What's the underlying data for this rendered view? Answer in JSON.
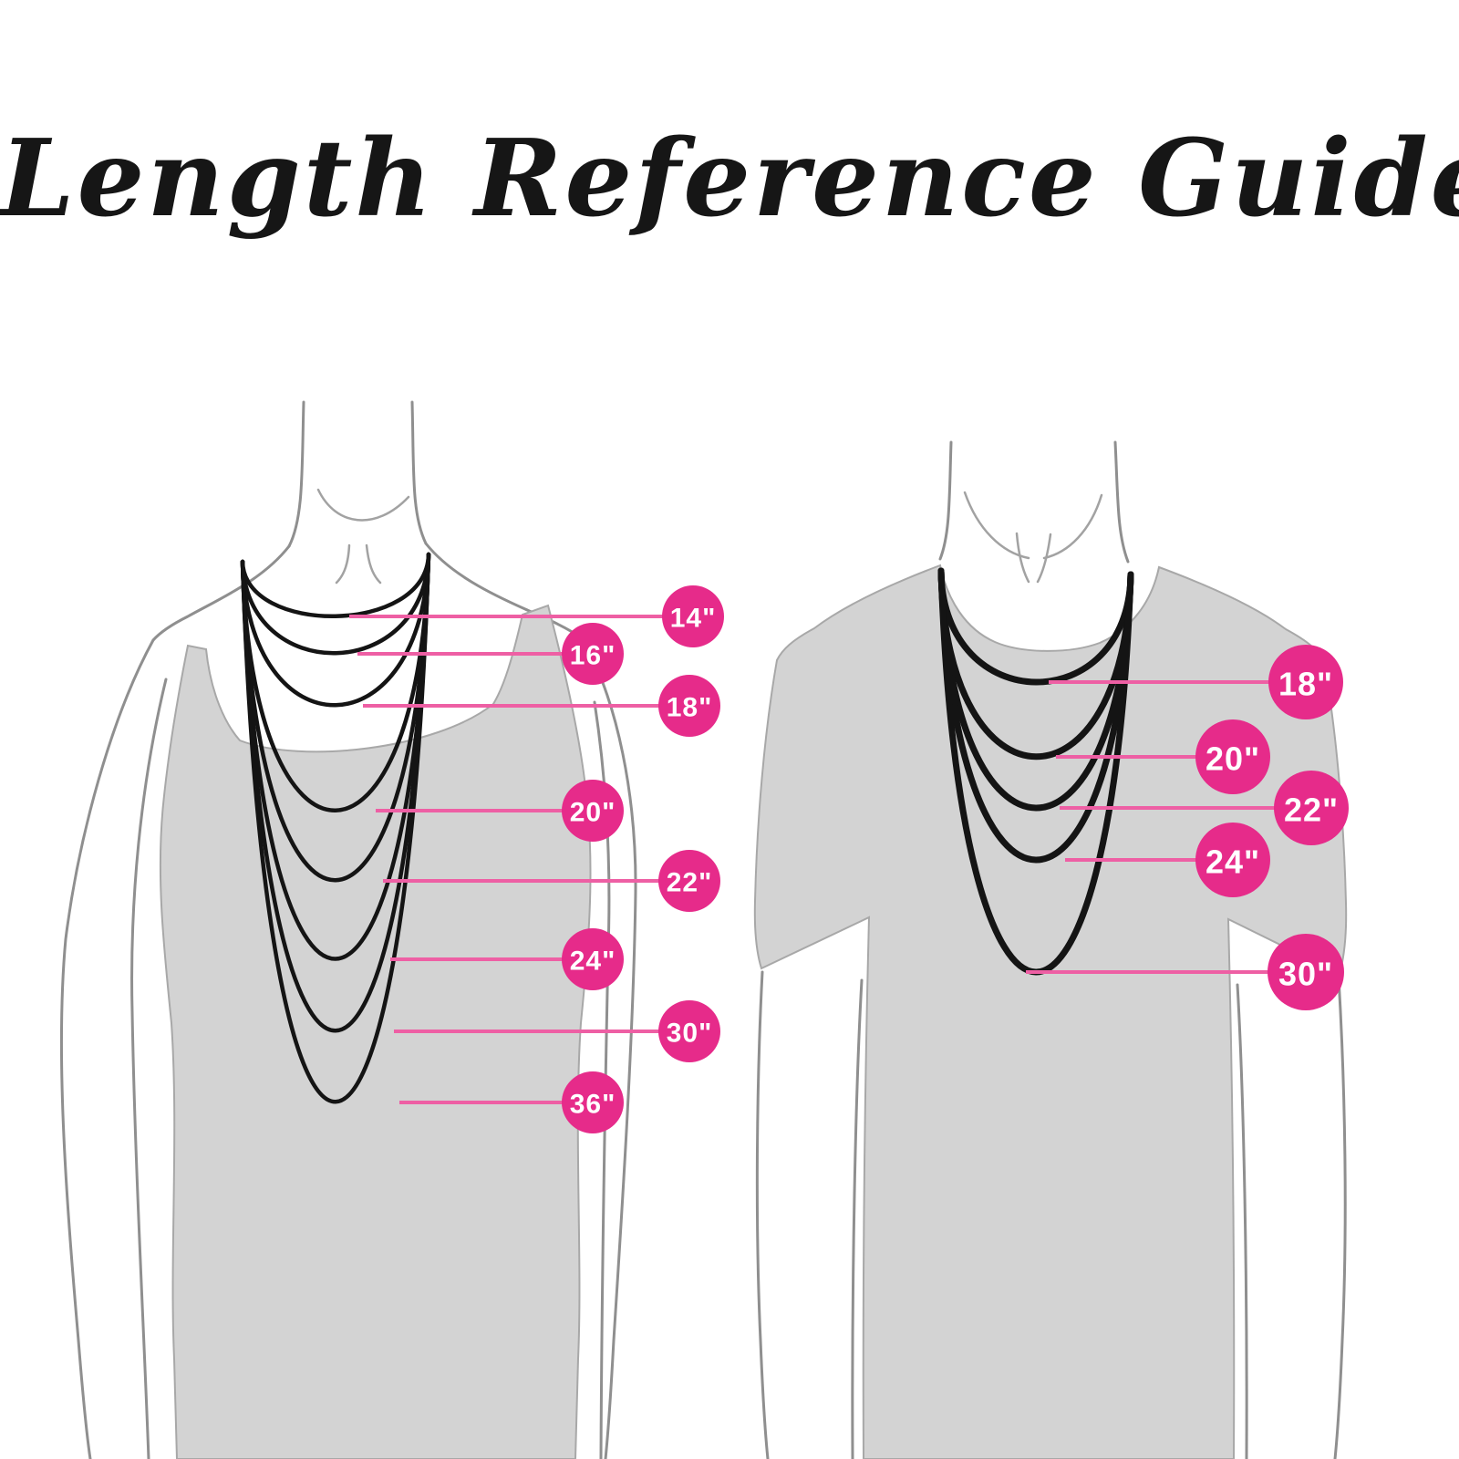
{
  "title": "Length Reference Guide",
  "colors": {
    "badge_pink": "#E62B8A",
    "pointer_pink": "#EE5FA4"
  },
  "figures": [
    {
      "id": "women",
      "lengths_in": [
        14,
        16,
        18,
        20,
        22,
        24,
        30,
        36
      ],
      "labels": [
        "14\"",
        "16\"",
        "18\"",
        "20\"",
        "22\"",
        "24\"",
        "30\"",
        "36\""
      ]
    },
    {
      "id": "men",
      "lengths_in": [
        18,
        20,
        22,
        24,
        30
      ],
      "labels": [
        "18\"",
        "20\"",
        "22\"",
        "24\"",
        "30\""
      ]
    }
  ]
}
